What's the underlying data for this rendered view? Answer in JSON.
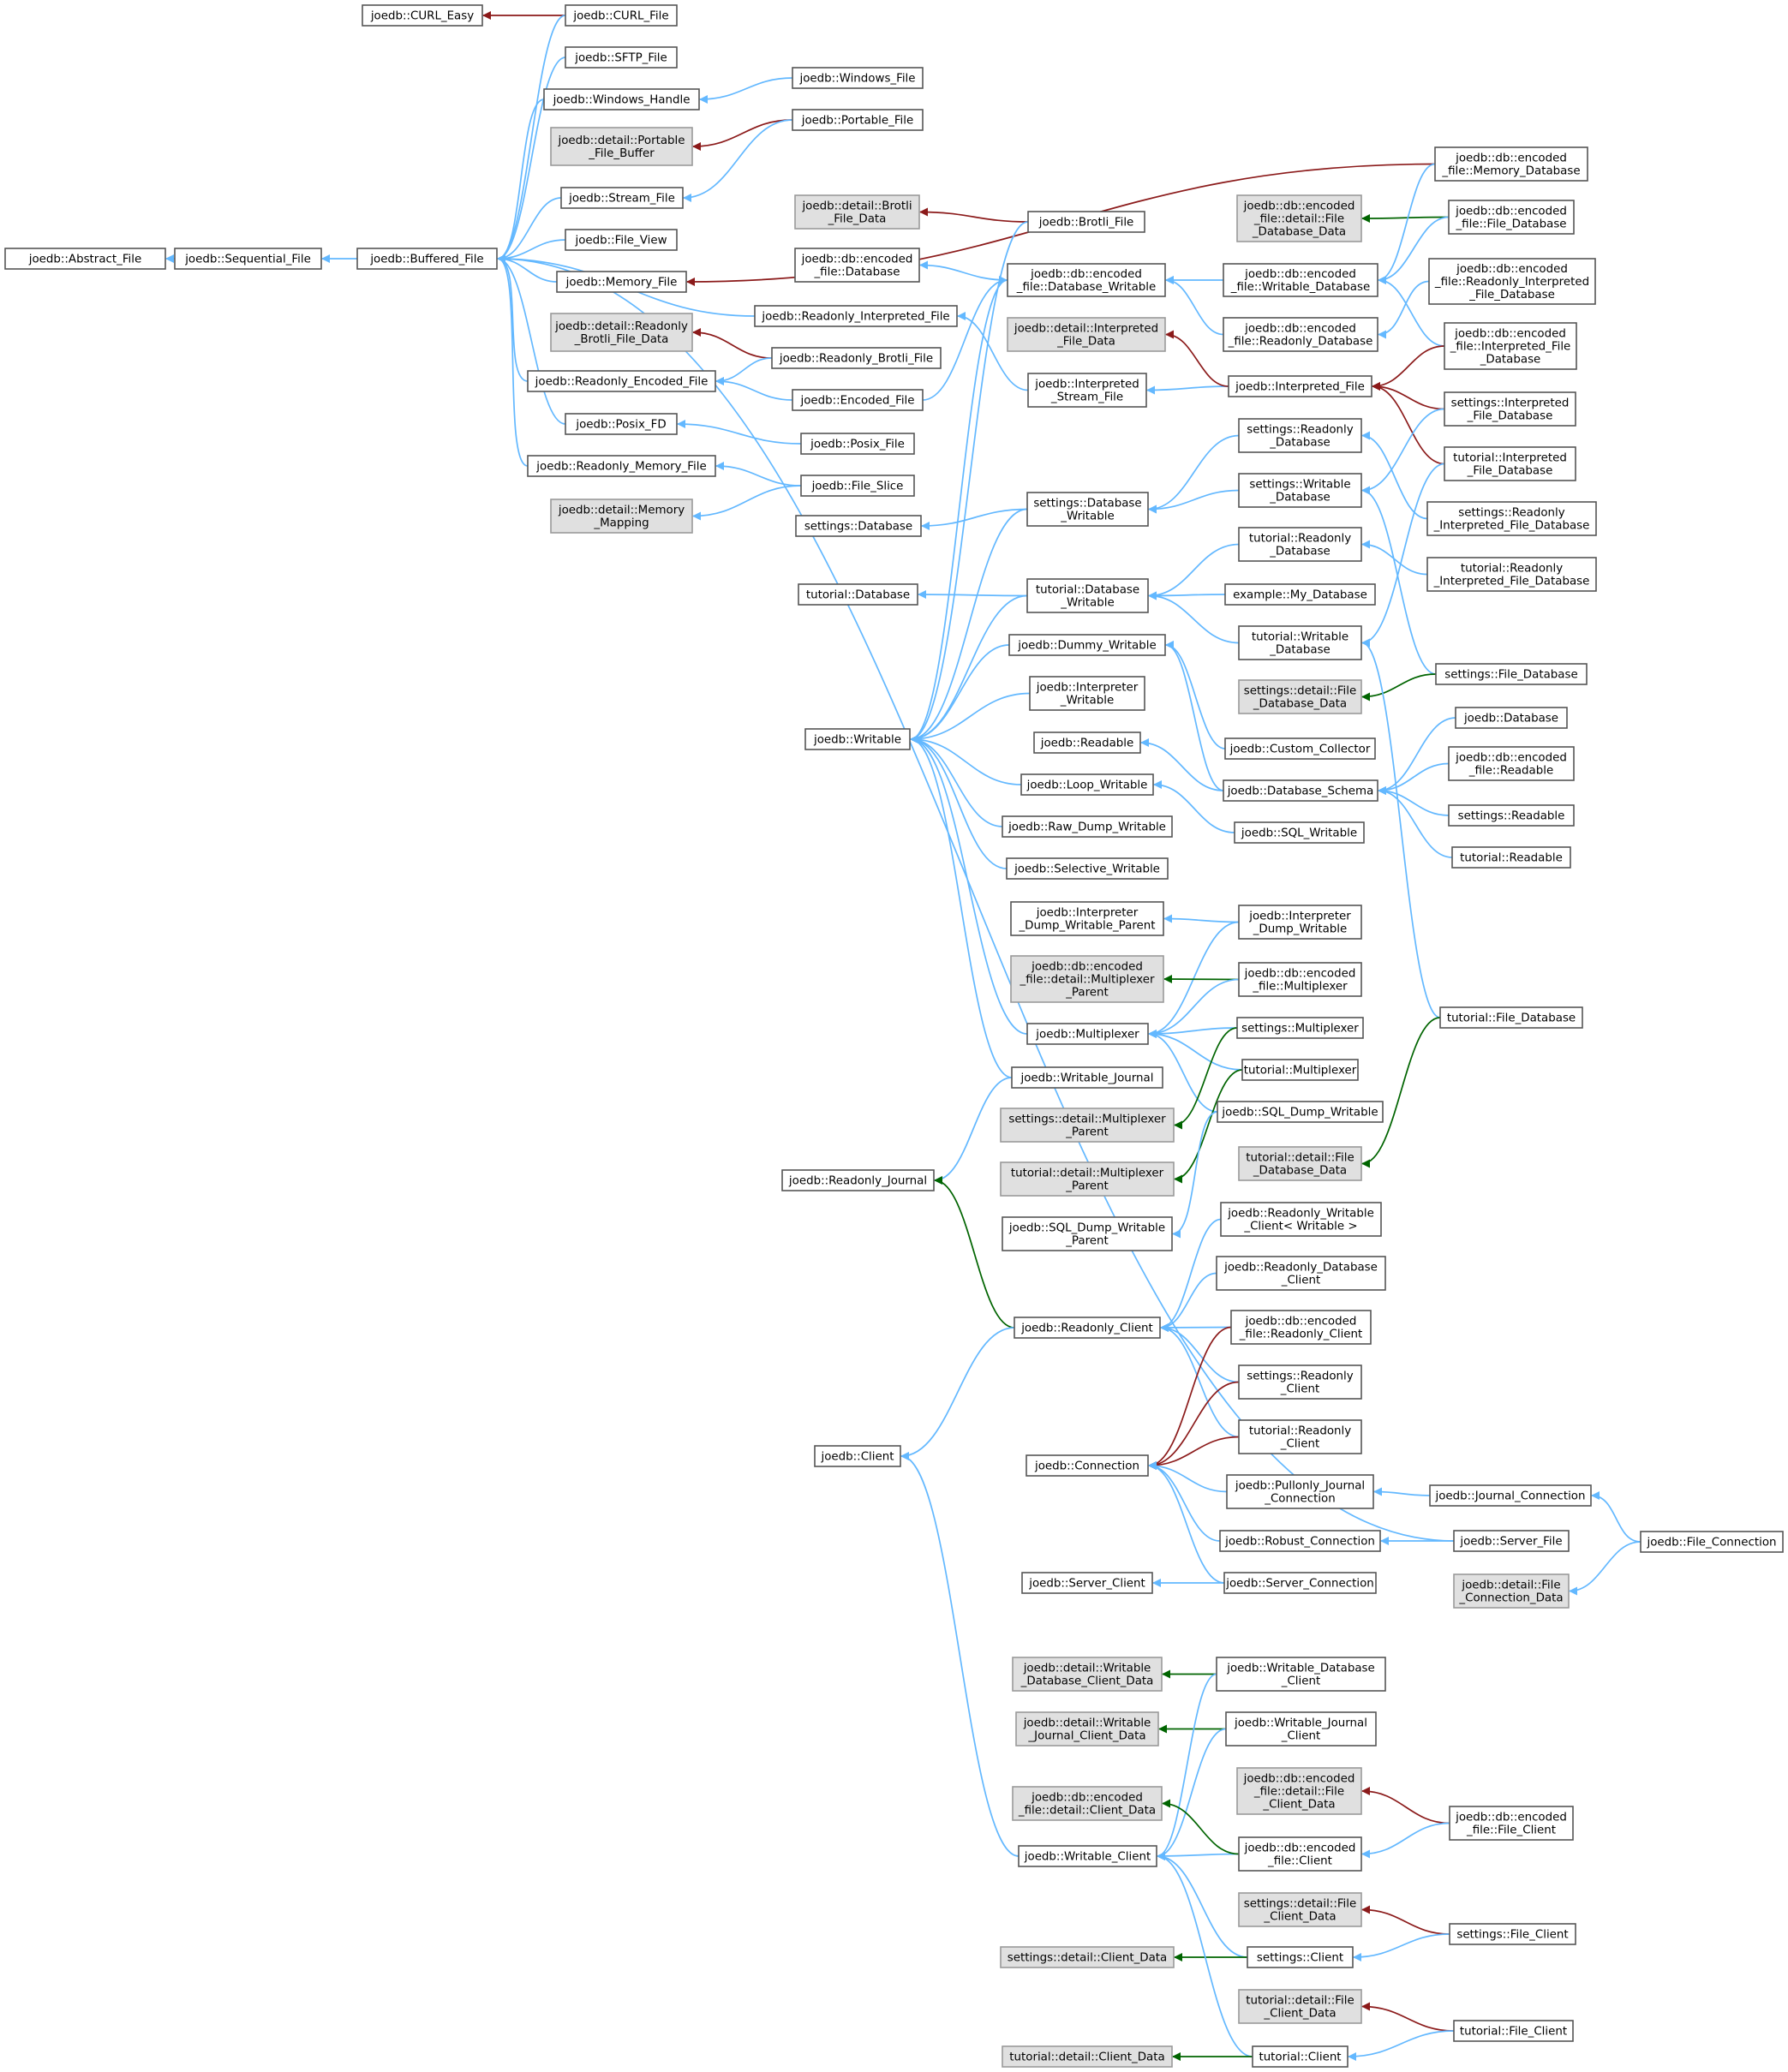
{
  "colors": {
    "inherit": "#63b8ff",
    "usage": "#8b1a1a",
    "protected": "#006400",
    "gray": "#e0e0e0",
    "border": "#555555"
  },
  "nodes": {
    "abstract_file": {
      "lines": [
        "joedb::Abstract_File"
      ]
    },
    "sequential_file": {
      "lines": [
        "joedb::Sequential_File"
      ]
    },
    "buffered_file": {
      "lines": [
        "joedb::Buffered_File"
      ]
    },
    "curl_easy": {
      "lines": [
        "joedb::CURL_Easy"
      ]
    },
    "curl_file": {
      "lines": [
        "joedb::CURL_File"
      ]
    },
    "sftp_file": {
      "lines": [
        "joedb::SFTP_File"
      ]
    },
    "windows_handle": {
      "lines": [
        "joedb::Windows_Handle"
      ]
    },
    "windows_file": {
      "lines": [
        "joedb::Windows_File"
      ]
    },
    "portable_file_buffer": {
      "lines": [
        "joedb::detail::Portable",
        "_File_Buffer"
      ]
    },
    "portable_file": {
      "lines": [
        "joedb::Portable_File"
      ]
    },
    "stream_file": {
      "lines": [
        "joedb::Stream_File"
      ]
    },
    "file_view": {
      "lines": [
        "joedb::File_View"
      ]
    },
    "memory_file": {
      "lines": [
        "joedb::Memory_File"
      ]
    },
    "readonly_brotli_file_data": {
      "lines": [
        "joedb::detail::Readonly",
        "_Brotli_File_Data"
      ]
    },
    "readonly_interpreted_file": {
      "lines": [
        "joedb::Readonly_Interpreted_File"
      ]
    },
    "readonly_brotli_file": {
      "lines": [
        "joedb::Readonly_Brotli_File"
      ]
    },
    "readonly_encoded_file": {
      "lines": [
        "joedb::Readonly_Encoded_File"
      ]
    },
    "encoded_file": {
      "lines": [
        "joedb::Encoded_File"
      ]
    },
    "posix_fd": {
      "lines": [
        "joedb::Posix_FD"
      ]
    },
    "posix_file": {
      "lines": [
        "joedb::Posix_File"
      ]
    },
    "readonly_memory_file": {
      "lines": [
        "joedb::Readonly_Memory_File"
      ]
    },
    "file_slice": {
      "lines": [
        "joedb::File_Slice"
      ]
    },
    "memory_mapping": {
      "lines": [
        "joedb::detail::Memory",
        "_Mapping"
      ]
    },
    "brotli_file_data": {
      "lines": [
        "joedb::detail::Brotli",
        "_File_Data"
      ]
    },
    "brotli_file": {
      "lines": [
        "joedb::Brotli_File"
      ]
    },
    "enc_database": {
      "lines": [
        "joedb::db::encoded",
        "_file::Database"
      ]
    },
    "enc_database_writable": {
      "lines": [
        "joedb::db::encoded",
        "_file::Database_Writable"
      ]
    },
    "interpreted_file_data": {
      "lines": [
        "joedb::detail::Interpreted",
        "_File_Data"
      ]
    },
    "interpreted_stream_file": {
      "lines": [
        "joedb::Interpreted",
        "_Stream_File"
      ]
    },
    "enc_detail_file_database_data": {
      "lines": [
        "joedb::db::encoded",
        "_file::detail::File",
        "_Database_Data"
      ]
    },
    "enc_writable_database": {
      "lines": [
        "joedb::db::encoded",
        "_file::Writable_Database"
      ]
    },
    "enc_readonly_database": {
      "lines": [
        "joedb::db::encoded",
        "_file::Readonly_Database"
      ]
    },
    "interpreted_file": {
      "lines": [
        "joedb::Interpreted_File"
      ]
    },
    "enc_memory_database": {
      "lines": [
        "joedb::db::encoded",
        "_file::Memory_Database"
      ]
    },
    "enc_file_database": {
      "lines": [
        "joedb::db::encoded",
        "_file::File_Database"
      ]
    },
    "enc_readonly_interpreted_file_database": {
      "lines": [
        "joedb::db::encoded",
        "_file::Readonly_Interpreted",
        "_File_Database"
      ]
    },
    "enc_interpreted_file_database": {
      "lines": [
        "joedb::db::encoded",
        "_file::Interpreted_File",
        "_Database"
      ]
    },
    "settings_database": {
      "lines": [
        "settings::Database"
      ]
    },
    "settings_database_writable": {
      "lines": [
        "settings::Database",
        "_Writable"
      ]
    },
    "settings_readonly_database": {
      "lines": [
        "settings::Readonly",
        "_Database"
      ]
    },
    "settings_writable_database": {
      "lines": [
        "settings::Writable",
        "_Database"
      ]
    },
    "settings_interpreted_file_database": {
      "lines": [
        "settings::Interpreted",
        "_File_Database"
      ]
    },
    "tutorial_interpreted_file_database": {
      "lines": [
        "tutorial::Interpreted",
        "_File_Database"
      ]
    },
    "settings_readonly_interpreted_file_database": {
      "lines": [
        "settings::Readonly",
        "_Interpreted_File_Database"
      ]
    },
    "tutorial_readonly_interpreted_file_database": {
      "lines": [
        "tutorial::Readonly",
        "_Interpreted_File_Database"
      ]
    },
    "tutorial_database": {
      "lines": [
        "tutorial::Database"
      ]
    },
    "tutorial_database_writable": {
      "lines": [
        "tutorial::Database",
        "_Writable"
      ]
    },
    "tutorial_readonly_database": {
      "lines": [
        "tutorial::Readonly",
        "_Database"
      ]
    },
    "example_my_database": {
      "lines": [
        "example::My_Database"
      ]
    },
    "tutorial_writable_database": {
      "lines": [
        "tutorial::Writable",
        "_Database"
      ]
    },
    "settings_detail_file_database_data": {
      "lines": [
        "settings::detail::File",
        "_Database_Data"
      ]
    },
    "settings_file_database": {
      "lines": [
        "settings::File_Database"
      ]
    },
    "dummy_writable": {
      "lines": [
        "joedb::Dummy_Writable"
      ]
    },
    "interpreter_writable": {
      "lines": [
        "joedb::Interpreter",
        "_Writable"
      ]
    },
    "writable": {
      "lines": [
        "joedb::Writable"
      ]
    },
    "readable": {
      "lines": [
        "joedb::Readable"
      ]
    },
    "loop_writable": {
      "lines": [
        "joedb::Loop_Writable"
      ]
    },
    "raw_dump_writable": {
      "lines": [
        "joedb::Raw_Dump_Writable"
      ]
    },
    "selective_writable": {
      "lines": [
        "joedb::Selective_Writable"
      ]
    },
    "custom_collector": {
      "lines": [
        "joedb::Custom_Collector"
      ]
    },
    "database_schema": {
      "lines": [
        "joedb::Database_Schema"
      ]
    },
    "sql_writable": {
      "lines": [
        "joedb::SQL_Writable"
      ]
    },
    "joedb_database": {
      "lines": [
        "joedb::Database"
      ]
    },
    "enc_readable": {
      "lines": [
        "joedb::db::encoded",
        "_file::Readable"
      ]
    },
    "settings_readable": {
      "lines": [
        "settings::Readable"
      ]
    },
    "tutorial_readable": {
      "lines": [
        "tutorial::Readable"
      ]
    },
    "interpreter_dump_writable_parent": {
      "lines": [
        "joedb::Interpreter",
        "_Dump_Writable_Parent"
      ]
    },
    "interpreter_dump_writable": {
      "lines": [
        "joedb::Interpreter",
        "_Dump_Writable"
      ]
    },
    "enc_detail_multiplexer_parent": {
      "lines": [
        "joedb::db::encoded",
        "_file::detail::Multiplexer",
        "_Parent"
      ]
    },
    "enc_multiplexer": {
      "lines": [
        "joedb::db::encoded",
        "_file::Multiplexer"
      ]
    },
    "multiplexer": {
      "lines": [
        "joedb::Multiplexer"
      ]
    },
    "settings_multiplexer": {
      "lines": [
        "settings::Multiplexer"
      ]
    },
    "writable_journal": {
      "lines": [
        "joedb::Writable_Journal"
      ]
    },
    "tutorial_multiplexer": {
      "lines": [
        "tutorial::Multiplexer"
      ]
    },
    "settings_detail_multiplexer_parent": {
      "lines": [
        "settings::detail::Multiplexer",
        "_Parent"
      ]
    },
    "sql_dump_writable": {
      "lines": [
        "joedb::SQL_Dump_Writable"
      ]
    },
    "tutorial_file_database": {
      "lines": [
        "tutorial::File_Database"
      ]
    },
    "tutorial_detail_multiplexer_parent": {
      "lines": [
        "tutorial::detail::Multiplexer",
        "_Parent"
      ]
    },
    "tutorial_detail_file_database_data": {
      "lines": [
        "tutorial::detail::File",
        "_Database_Data"
      ]
    },
    "readonly_journal": {
      "lines": [
        "joedb::Readonly_Journal"
      ]
    },
    "sql_dump_writable_parent": {
      "lines": [
        "joedb::SQL_Dump_Writable",
        "_Parent"
      ]
    },
    "readonly_writable_client": {
      "lines": [
        "joedb::Readonly_Writable",
        "_Client< Writable >"
      ]
    },
    "readonly_database_client": {
      "lines": [
        "joedb::Readonly_Database",
        "_Client"
      ]
    },
    "readonly_client": {
      "lines": [
        "joedb::Readonly_Client"
      ]
    },
    "enc_readonly_client": {
      "lines": [
        "joedb::db::encoded",
        "_file::Readonly_Client"
      ]
    },
    "settings_readonly_client": {
      "lines": [
        "settings::Readonly",
        "_Client"
      ]
    },
    "tutorial_readonly_client": {
      "lines": [
        "tutorial::Readonly",
        "_Client"
      ]
    },
    "client": {
      "lines": [
        "joedb::Client"
      ]
    },
    "connection": {
      "lines": [
        "joedb::Connection"
      ]
    },
    "pullonly_journal_connection": {
      "lines": [
        "joedb::Pullonly_Journal",
        "_Connection"
      ]
    },
    "journal_connection": {
      "lines": [
        "joedb::Journal_Connection"
      ]
    },
    "robust_connection": {
      "lines": [
        "joedb::Robust_Connection"
      ]
    },
    "server_file": {
      "lines": [
        "joedb::Server_File"
      ]
    },
    "file_connection": {
      "lines": [
        "joedb::File_Connection"
      ]
    },
    "server_client": {
      "lines": [
        "joedb::Server_Client"
      ]
    },
    "server_connection": {
      "lines": [
        "joedb::Server_Connection"
      ]
    },
    "file_connection_data": {
      "lines": [
        "joedb::detail::File",
        "_Connection_Data"
      ]
    },
    "writable_database_client_data": {
      "lines": [
        "joedb::detail::Writable",
        "_Database_Client_Data"
      ]
    },
    "writable_database_client": {
      "lines": [
        "joedb::Writable_Database",
        "_Client"
      ]
    },
    "writable_journal_client_data": {
      "lines": [
        "joedb::detail::Writable",
        "_Journal_Client_Data"
      ]
    },
    "writable_journal_client": {
      "lines": [
        "joedb::Writable_Journal",
        "_Client"
      ]
    },
    "enc_detail_file_client_data": {
      "lines": [
        "joedb::db::encoded",
        "_file::detail::File",
        "_Client_Data"
      ]
    },
    "enc_detail_client_data": {
      "lines": [
        "joedb::db::encoded",
        "_file::detail::Client_Data"
      ]
    },
    "enc_file_client": {
      "lines": [
        "joedb::db::encoded",
        "_file::File_Client"
      ]
    },
    "writable_client": {
      "lines": [
        "joedb::Writable_Client"
      ]
    },
    "enc_client": {
      "lines": [
        "joedb::db::encoded",
        "_file::Client"
      ]
    },
    "settings_detail_file_client_data": {
      "lines": [
        "settings::detail::File",
        "_Client_Data"
      ]
    },
    "settings_file_client": {
      "lines": [
        "settings::File_Client"
      ]
    },
    "settings_detail_client_data": {
      "lines": [
        "settings::detail::Client_Data"
      ]
    },
    "settings_client": {
      "lines": [
        "settings::Client"
      ]
    },
    "tutorial_detail_file_client_data": {
      "lines": [
        "tutorial::detail::File",
        "_Client_Data"
      ]
    },
    "tutorial_file_client": {
      "lines": [
        "tutorial::File_Client"
      ]
    },
    "tutorial_detail_client_data": {
      "lines": [
        "tutorial::detail::Client_Data"
      ]
    },
    "tutorial_client": {
      "lines": [
        "tutorial::Client"
      ]
    }
  }
}
